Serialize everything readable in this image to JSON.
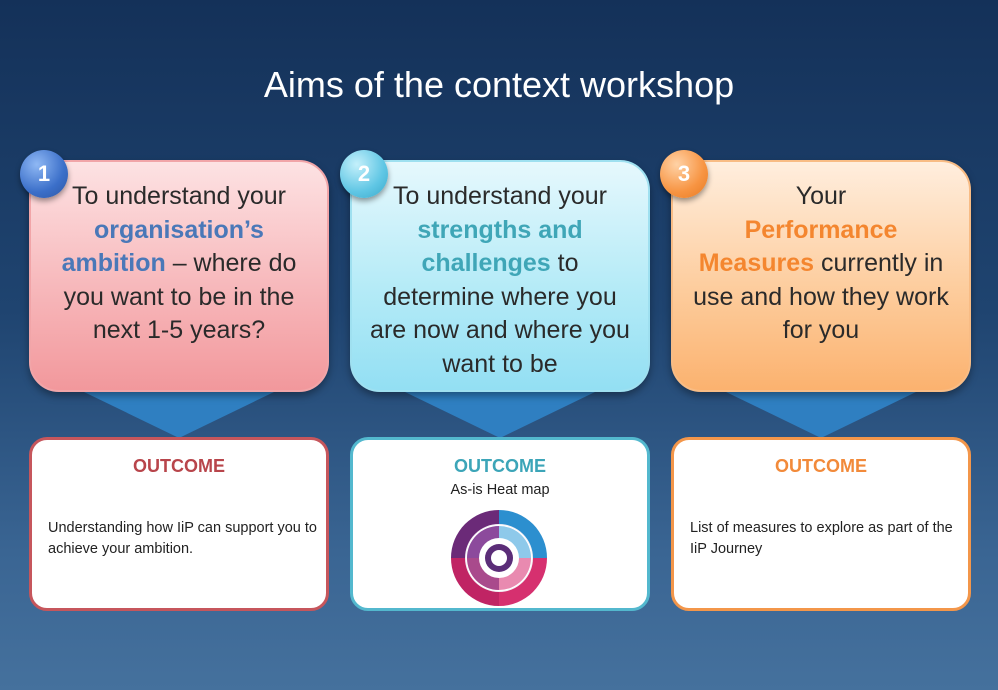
{
  "title": "Aims of the context workshop",
  "cards": [
    {
      "number": "1",
      "line1": "To understand your",
      "highlight": "organisation’s ambition",
      "rest": " – where do you want to be in the next  1-5 years?",
      "outcome_heading": "OUTCOME",
      "outcome_text": "Understanding how IiP can support you to achieve your ambition."
    },
    {
      "number": "2",
      "line1": "To understand your",
      "highlight": "strengths and challenges",
      "rest": " to determine where you are now and where you want to be",
      "outcome_heading": "OUTCOME",
      "outcome_subtitle": "As-is Heat map"
    },
    {
      "number": "3",
      "line1": "Your",
      "highlight": "Performance Measures",
      "rest": " currently in use and how they work for you",
      "outcome_heading": "OUTCOME",
      "outcome_text": "List of measures to explore as part of the IiP Journey"
    }
  ],
  "colors": {
    "card1_accent": "#4a78b8",
    "card2_accent": "#3fa6b7",
    "card3_accent": "#f4862f",
    "outcome1": "#b8454b",
    "outcome2": "#3ca5b8",
    "outcome3": "#f28a3a"
  }
}
